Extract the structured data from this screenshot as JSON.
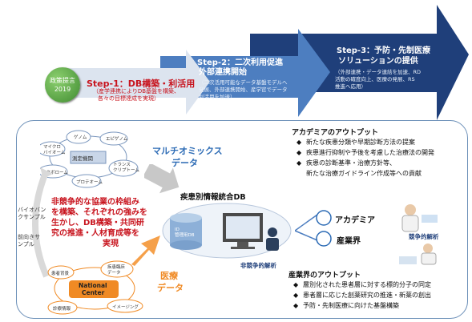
{
  "roadmap": {
    "policy_label": "政策提言",
    "policy_year": "2019",
    "step1": {
      "title": "Step-1：DB構築・利活用",
      "sub_lines": [
        "（産学連携によりDB基盤を構築、",
        "各々の目標達成を実現）"
      ]
    },
    "step2": {
      "title_lines": [
        "Step-2：二次利用促進",
        "外部連携開始"
      ],
      "sub_lines": [
        "（二次活用可能なデータ基盤モデルへ",
        "発展、外部連携開始、産学官でデータ",
        "利活用を加速）"
      ]
    },
    "step3": {
      "title_lines": [
        "Step-3：予防・先制医療",
        "ソリューションの提供"
      ],
      "sub_lines": [
        "（外部連携・データ連結を加速、RD",
        "活動の確度向上、医療の発展、RS",
        "推進へ応用）"
      ]
    }
  },
  "multiomics": {
    "label_line1": "マルチオミックス",
    "label_line2": "データ",
    "center": "測定機関",
    "nodes": [
      "マイクロ\nバイオーム",
      "ゲノム",
      "エピゲノム",
      "メタボローム",
      "プロテオーム",
      "トランス\nクリプトーム"
    ]
  },
  "left_side": {
    "biobank": "バイオバン\nクサンプル",
    "prospective": "前向きサ\nンプル"
  },
  "non_competitive": {
    "lines": [
      "非競争的な協業の枠組み",
      "を構築、それぞれの強みを",
      "生かし、DB構築・共同研",
      "究の推進・人材育成等を",
      "実現"
    ]
  },
  "national_center": {
    "center_label_1": "National",
    "center_label_2": "Center",
    "nodes": [
      "患者背景",
      "疾患臨床\nデータ",
      "診療情報",
      "イメージング"
    ],
    "medical_label_1": "医療",
    "medical_label_2": "データ"
  },
  "database": {
    "title": "疾患別情報統合DB",
    "id_label": "ID\n管理用DB",
    "analysis_label": "非競争的解析"
  },
  "partners": {
    "academia": "アカデミア",
    "industry": "産業界",
    "competitive": "競争的解析"
  },
  "academia_output": {
    "title": "アカデミアのアウトプット",
    "items": [
      "新たな疾患分類や早期診断方法の提案",
      "疾患進行抑制や予後を考慮した治療法の開発",
      "疾患の診断基準・治療方針等、",
      "新たな治療ガイドライン作成等への貢献"
    ]
  },
  "industry_output": {
    "title": "産業界のアウトプット",
    "items": [
      "層別化された患者層に対する標的分子の同定",
      "患者層に応じた創薬研究の推進・新薬の創出",
      "予防・先制医療に向けた基盤構築"
    ]
  },
  "colors": {
    "red": "#c8141e",
    "step1_arrow": "#d9e2ee",
    "step2_arrow": "#4d7ec0",
    "step3_arrow": "#1f3f7a",
    "green_circle": "#5aa24a",
    "blue_label": "#2c6bb5",
    "orange": "#f08a24"
  }
}
